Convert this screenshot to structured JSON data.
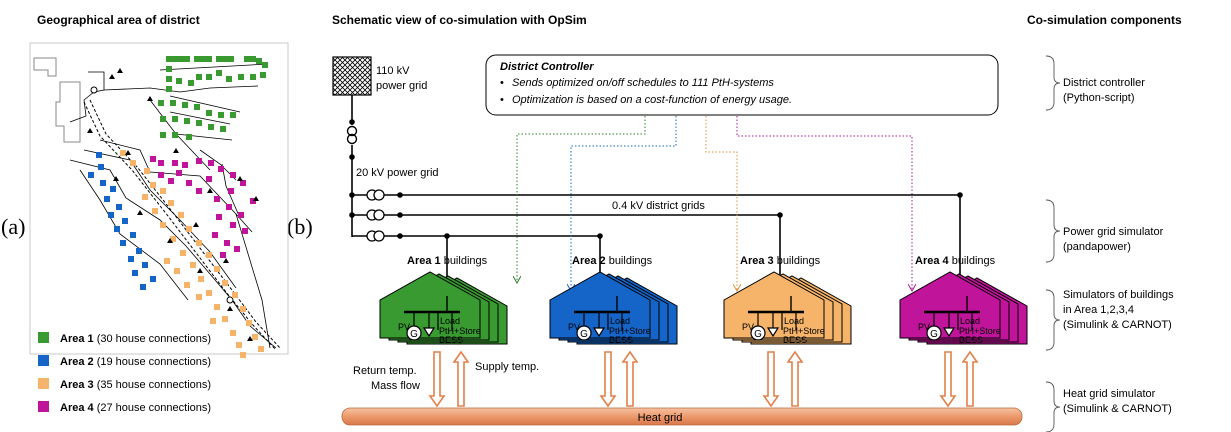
{
  "headings": {
    "left": "Geographical area of district",
    "middle": "Schematic view of co-simulation with OpSim",
    "right": "Co-simulation components"
  },
  "panel_labels": {
    "a": "(a)",
    "b": "(b)"
  },
  "legend": [
    {
      "label_bold": "Area 1",
      "label_rest": " (30 house connections)",
      "color": "#3a9a32"
    },
    {
      "label_bold": "Area 2",
      "label_rest": " (19 house connections)",
      "color": "#1565c8"
    },
    {
      "label_bold": "Area 3",
      "label_rest": " (35 house connections)",
      "color": "#f5b469"
    },
    {
      "label_bold": "Area 4",
      "label_rest": " (27 house connections)",
      "color": "#c0149a"
    }
  ],
  "grid": {
    "hv_line1": "110 kV",
    "hv_line2": "power grid",
    "mv": "20 kV power grid",
    "lv": "0.4 kV district grids"
  },
  "controller": {
    "title": "District Controller",
    "bullet1": "Sends optimized on/off schedules to 111 PtH-systems",
    "bullet2": "Optimization is based on a cost-function of energy usage."
  },
  "areas": [
    {
      "name": "Area 1",
      "suffix": " buildings",
      "color": "#3a9a32",
      "line": "#2e7d27"
    },
    {
      "name": "Area 2",
      "suffix": " buildings",
      "color": "#1565c8",
      "line": "#1565c8"
    },
    {
      "name": "Area 3",
      "suffix": " buildings",
      "color": "#f5b469",
      "line": "#e0913a"
    },
    {
      "name": "Area 4",
      "suffix": " buildings",
      "color": "#c0149a",
      "line": "#b0148f"
    }
  ],
  "building_labels": {
    "pv": "PV",
    "generator": "G",
    "load": "Load",
    "pth": "PtH+Store",
    "bess": "BESS"
  },
  "heat": {
    "return1": "Return temp.",
    "return2": "Mass flow",
    "supply": "Supply temp.",
    "grid": "Heat grid"
  },
  "components": [
    {
      "line1": "District controller",
      "line2": "(Python-script)",
      "line3": ""
    },
    {
      "line1": "Power grid simulator",
      "line2": "(pandapower)",
      "line3": ""
    },
    {
      "line1": "Simulators of buildings",
      "line2": "in Area 1,2,3,4",
      "line3": "(Simulink & CARNOT)"
    },
    {
      "line1": "Heat grid simulator",
      "line2": "(Simulink & CARNOT)",
      "line3": ""
    }
  ]
}
